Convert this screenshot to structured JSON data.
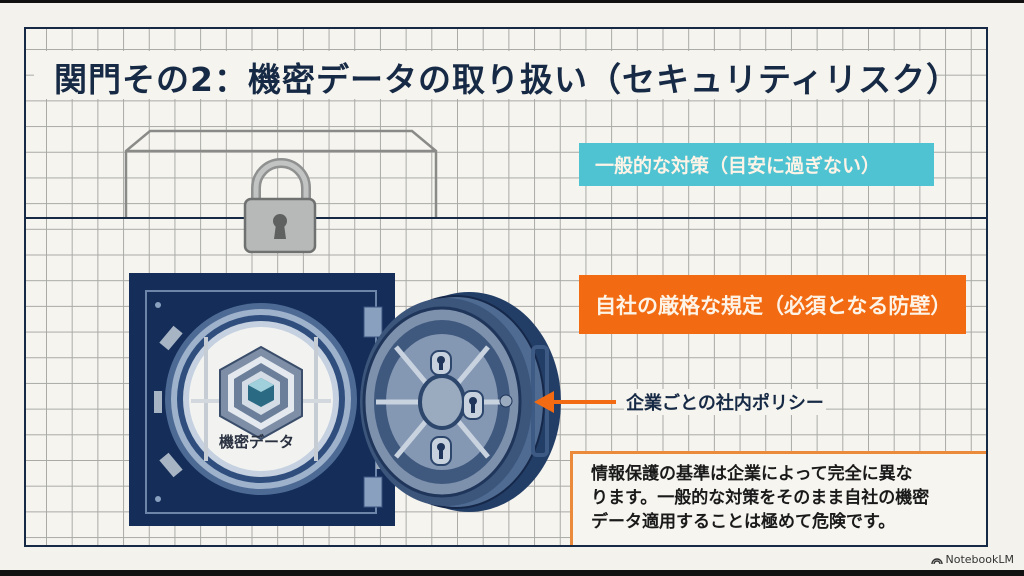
{
  "slide": {
    "title": "関門その2：機密データの取り扱い（セキュリティリスク）",
    "labels": {
      "general_measures": "一般的な対策（目安に過ぎない）",
      "strict_rules": "自社の厳格な規定（必須となる防壁）",
      "company_policy": "企業ごとの社内ポリシー",
      "confidential_data": "機密データ"
    },
    "note_lines": [
      "情報保護の基準は企業によって完全に異な",
      "ります。一般的な対策をそのまま自社の機密",
      "データ適用することは極めて危険です。"
    ],
    "icons": {
      "padlock": "padlock-icon",
      "vault": "vault-door-illustration",
      "data_cube": "data-cube-icon",
      "arrow": "arrow-left-icon"
    },
    "colors": {
      "navy": "#172a45",
      "cyan": "#4fc3d2",
      "orange": "#f26a11",
      "note_border": "#ea8a3a",
      "paper": "#f5f4ef"
    }
  },
  "branding": {
    "watermark": "NotebookLM"
  }
}
